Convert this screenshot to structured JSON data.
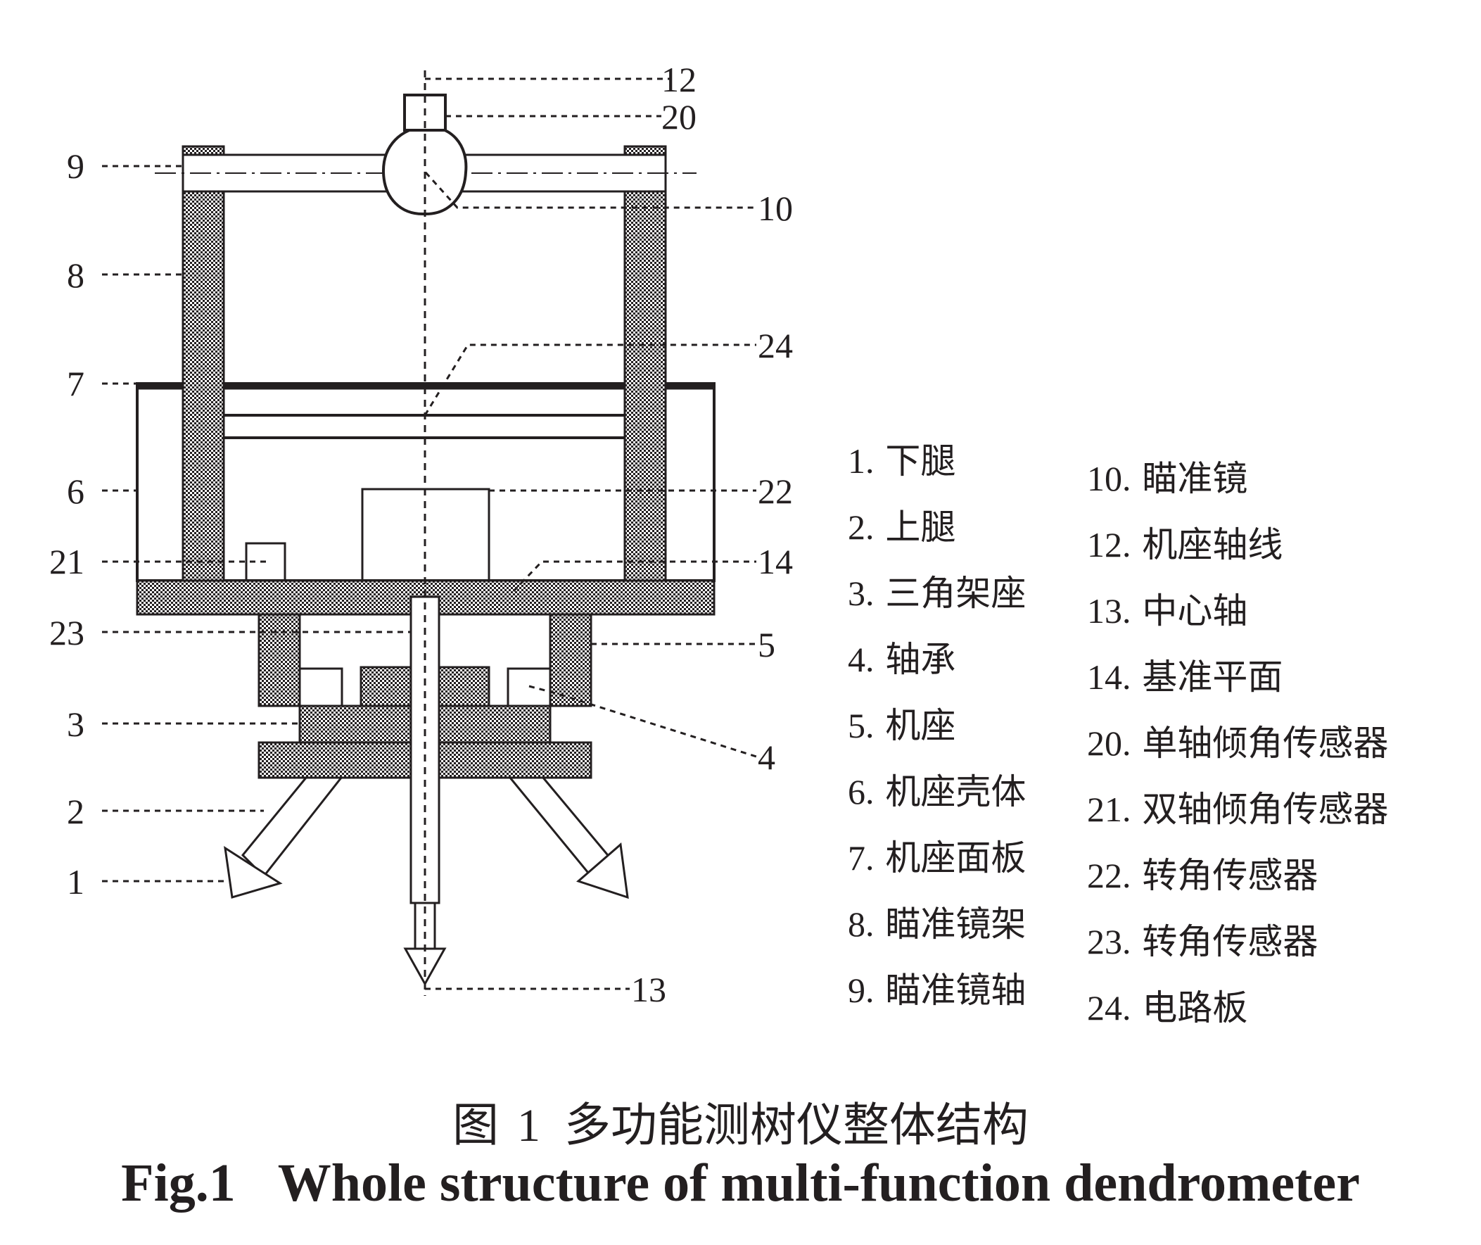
{
  "callouts": {
    "c1": "1",
    "c2": "2",
    "c3": "3",
    "c4": "4",
    "c5": "5",
    "c6": "6",
    "c7": "7",
    "c8": "8",
    "c9": "9",
    "c10": "10",
    "c12": "12",
    "c13": "13",
    "c14": "14",
    "c20": "20",
    "c21": "21",
    "c22": "22",
    "c23": "23",
    "c24": "24"
  },
  "legend": {
    "left": [
      {
        "num": "1.",
        "label": "下腿"
      },
      {
        "num": "2.",
        "label": "上腿"
      },
      {
        "num": "3.",
        "label": "三角架座"
      },
      {
        "num": "4.",
        "label": "轴承"
      },
      {
        "num": "5.",
        "label": "机座"
      },
      {
        "num": "6.",
        "label": "机座壳体"
      },
      {
        "num": "7.",
        "label": "机座面板"
      },
      {
        "num": "8.",
        "label": "瞄准镜架"
      },
      {
        "num": "9.",
        "label": "瞄准镜轴"
      }
    ],
    "right": [
      {
        "num": "10.",
        "label": "瞄准镜"
      },
      {
        "num": "12.",
        "label": "机座轴线"
      },
      {
        "num": "13.",
        "label": "中心轴"
      },
      {
        "num": "14.",
        "label": "基准平面"
      },
      {
        "num": "20.",
        "label": "单轴倾角传感器"
      },
      {
        "num": "21.",
        "label": "双轴倾角传感器"
      },
      {
        "num": "22.",
        "label": "转角传感器"
      },
      {
        "num": "23.",
        "label": "转角传感器"
      },
      {
        "num": "24.",
        "label": "电路板"
      }
    ]
  },
  "caption": {
    "cn_prefix": "图",
    "cn_number": "1",
    "cn_title": "多功能测树仪整体结构",
    "en_prefix": "Fig.1",
    "en_title": "Whole structure of multi-function dendrometer"
  },
  "colors": {
    "ink": "#231f20",
    "paper": "#ffffff"
  }
}
